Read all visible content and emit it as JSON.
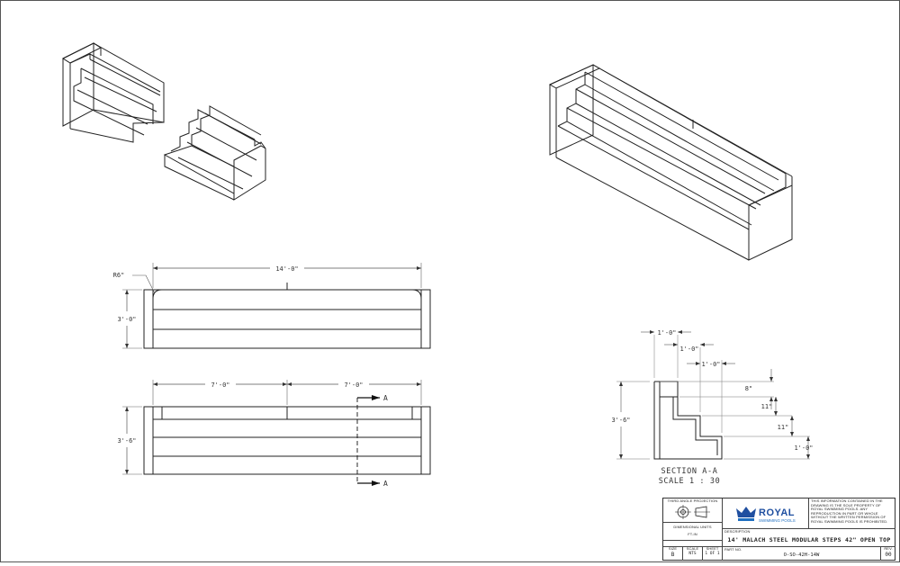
{
  "dims": {
    "overall_length": "14'-0\"",
    "radius": "R6\"",
    "plan_depth": "3'-0\"",
    "half_left": "7'-0\"",
    "half_right": "7'-0\"",
    "elev_height": "3'-6\"",
    "section_mark_top": "A",
    "section_mark_bottom": "A"
  },
  "section": {
    "title": "SECTION A-A",
    "scale": "SCALE 1 : 30",
    "tread1": "1'-0\"",
    "tread2": "1'-0\"",
    "tread3": "1'-0\"",
    "riser1": "8\"",
    "riser2": "11\"",
    "riser3": "11\"",
    "riser4": "1'-0\"",
    "total_height": "3'-6\""
  },
  "title_block": {
    "projection_label": "THIRD ANGLE PROJECTION",
    "units_label": "DIMENSIONAL UNITS",
    "units_value": "FT-IN",
    "brand_name": "ROYAL",
    "brand_sub": "SWIMMING POOLS",
    "notice": "THIS INFORMATION CONTAINED IN THE DRAWING IS THE SOLE PROPERTY OF ROYAL SWIMMING POOLS. ANY REPRODUCTION IN PART OR WHOLE WITHOUT THE WRITTEN PERMISSION OF ROYAL SWIMMING POOLS IS PROHIBITED.",
    "description_label": "DESCRIPTION",
    "description": "14' MALACH STEEL MODULAR STEPS 42\" OPEN TOP",
    "size_label": "SIZE",
    "size_value": "B",
    "scale_label": "SCALE",
    "scale_value": "NTS",
    "sheet_label": "SHEET",
    "sheet_value": "1 OF 1",
    "part_label": "PART NO.",
    "part_value": "O-SO-42H-14W",
    "rev_label": "REV.",
    "rev_value": "00"
  },
  "colors": {
    "line": "#222222",
    "brand": "#1f4fa0"
  }
}
